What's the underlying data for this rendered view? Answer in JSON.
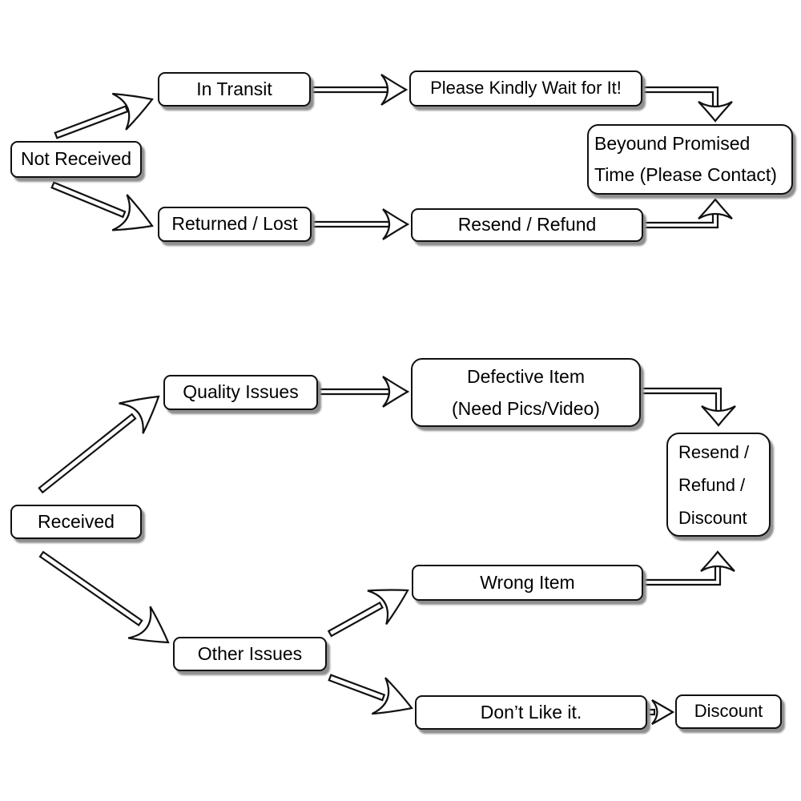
{
  "page": {
    "background_color": "#ffffff",
    "ink_color": "#111111",
    "shadow_color": "#8f8f8f"
  },
  "flowchart": {
    "nodes": {
      "not_received": {
        "label": "Not Received"
      },
      "in_transit": {
        "label": "In Transit"
      },
      "please_wait": {
        "label": "Please Kindly Wait for It!"
      },
      "beyond_promised": {
        "line1": "Beyound Promised",
        "line2": "Time (Please Contact)"
      },
      "returned_lost": {
        "label": "Returned / Lost"
      },
      "resend_refund": {
        "label": "Resend / Refund"
      },
      "received": {
        "label": "Received"
      },
      "quality_issues": {
        "label": "Quality Issues"
      },
      "defective_item": {
        "line1": "Defective Item",
        "line2": "(Need Pics/Video)"
      },
      "resend_refund_discount": {
        "line1": "Resend /",
        "line2": "Refund /",
        "line3": "Discount"
      },
      "wrong_item": {
        "label": "Wrong Item"
      },
      "other_issues": {
        "label": "Other Issues"
      },
      "dont_like": {
        "label": "Don’t Like it."
      },
      "discount": {
        "label": "Discount"
      }
    },
    "edges": [
      {
        "from": "Not Received",
        "to": "In Transit"
      },
      {
        "from": "Not Received",
        "to": "Returned / Lost"
      },
      {
        "from": "In Transit",
        "to": "Please Kindly Wait for It!"
      },
      {
        "from": "Please Kindly Wait for It!",
        "to": "Beyound Promised Time (Please Contact)"
      },
      {
        "from": "Returned / Lost",
        "to": "Resend / Refund"
      },
      {
        "from": "Resend / Refund",
        "to": "Beyound Promised Time (Please Contact)"
      },
      {
        "from": "Received",
        "to": "Quality Issues"
      },
      {
        "from": "Received",
        "to": "Other Issues"
      },
      {
        "from": "Quality Issues",
        "to": "Defective Item (Need Pics/Video)"
      },
      {
        "from": "Defective Item (Need Pics/Video)",
        "to": "Resend / Refund / Discount"
      },
      {
        "from": "Other Issues",
        "to": "Wrong Item"
      },
      {
        "from": "Wrong Item",
        "to": "Resend / Refund / Discount"
      },
      {
        "from": "Other Issues",
        "to": "Don’t Like it."
      },
      {
        "from": "Don’t Like it.",
        "to": "Discount"
      }
    ]
  }
}
